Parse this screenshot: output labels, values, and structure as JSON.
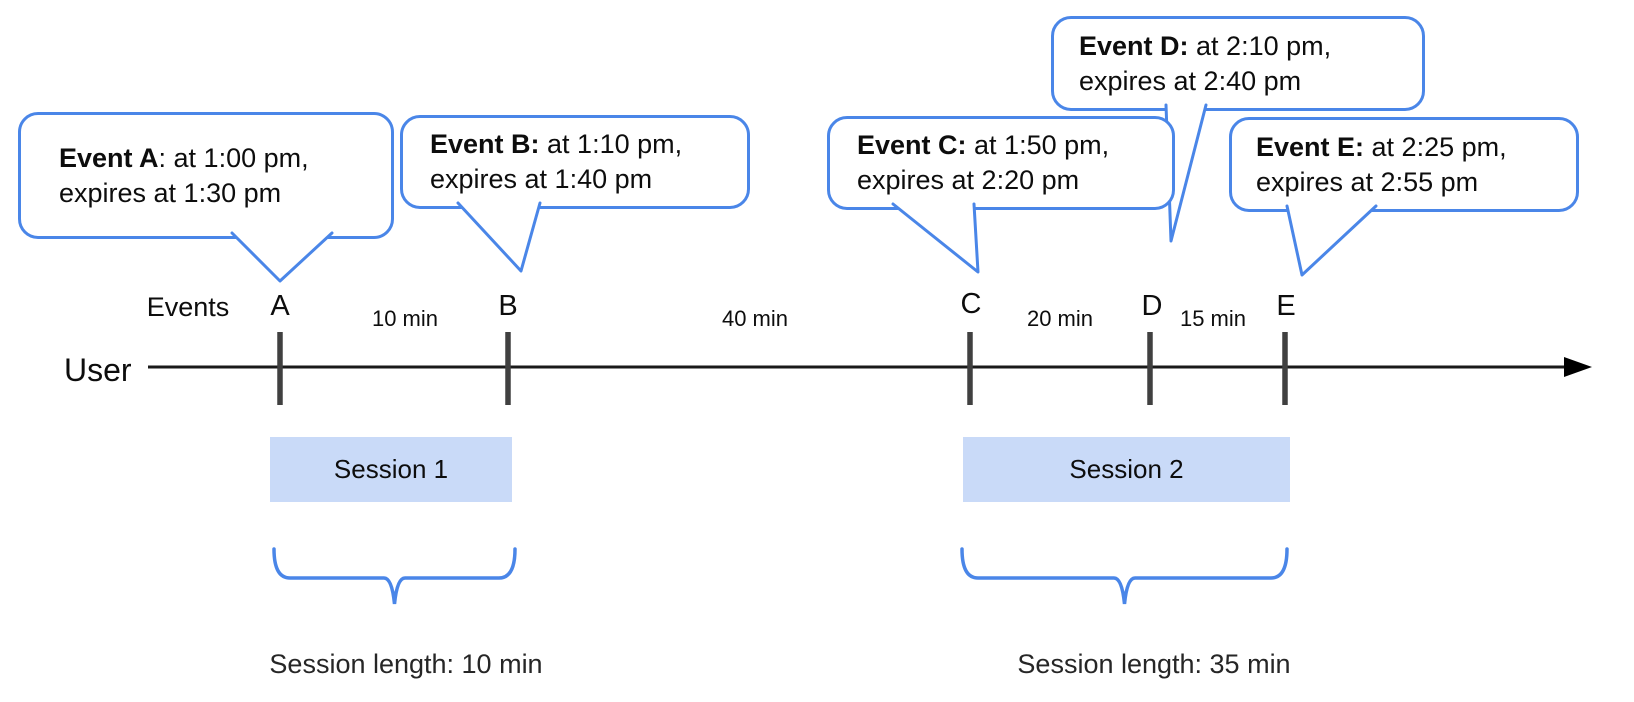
{
  "diagram": {
    "axis_left_label": "User",
    "events_header": "Events",
    "accent_blue": "#4a86e8",
    "session_fill": "#c9daf8"
  },
  "events": [
    {
      "id": "A",
      "bold": "Event A",
      "rest": ": at 1:00 pm,",
      "line2": "expires at 1:30 pm"
    },
    {
      "id": "B",
      "bold": "Event B:",
      "rest": " at 1:10 pm,",
      "line2": "expires at 1:40 pm"
    },
    {
      "id": "C",
      "bold": "Event C:",
      "rest": " at 1:50 pm,",
      "line2": "expires at 2:20 pm"
    },
    {
      "id": "D",
      "bold": "Event D:",
      "rest": " at 2:10 pm,",
      "line2": "expires at 2:40 pm"
    },
    {
      "id": "E",
      "bold": "Event E:",
      "rest": " at 2:25 pm,",
      "line2": "expires at 2:55 pm"
    }
  ],
  "gaps": [
    {
      "label": "10 min"
    },
    {
      "label": "40 min"
    },
    {
      "label": "20 min"
    },
    {
      "label": "15 min"
    }
  ],
  "sessions": [
    {
      "label": "Session 1",
      "length_label": "Session length: 10 min"
    },
    {
      "label": "Session 2",
      "length_label": "Session length: 35 min"
    }
  ]
}
